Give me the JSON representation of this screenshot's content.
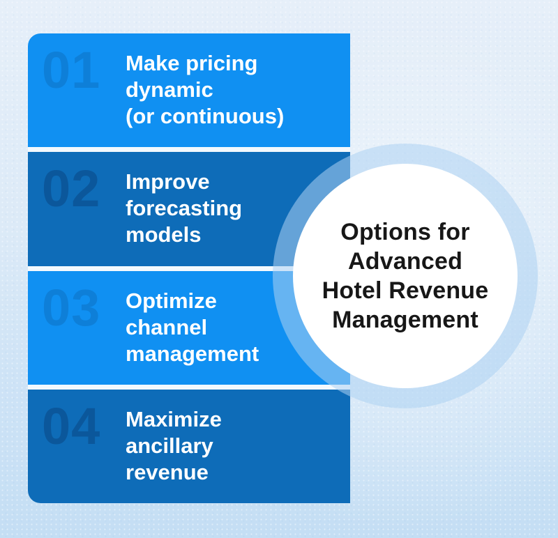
{
  "title": {
    "text": "Options for\nAdvanced\nHotel Revenue\nManagement"
  },
  "items": [
    {
      "number": "01",
      "label": "Make pricing\ndynamic\n(or continuous)"
    },
    {
      "number": "02",
      "label": "Improve\nforecasting\nmodels"
    },
    {
      "number": "03",
      "label": "Optimize\nchannel\nmanagement"
    },
    {
      "number": "04",
      "label": "Maximize\nancillary\nrevenue"
    }
  ],
  "colors": {
    "bar_bright": "#1090F2",
    "bar_bright_number": "#0E7FD8",
    "bar_dark": "#0E6CB8",
    "bar_dark_number": "#0B579B",
    "bar_gap": "#F3F9FE",
    "background_top": "#E6EFF9",
    "background_bottom": "#C4DEF4",
    "halo": "rgba(173,209,242,0.55)",
    "circle_fill": "#FFFFFF",
    "title_text": "#171717",
    "item_text": "#FFFFFF"
  }
}
